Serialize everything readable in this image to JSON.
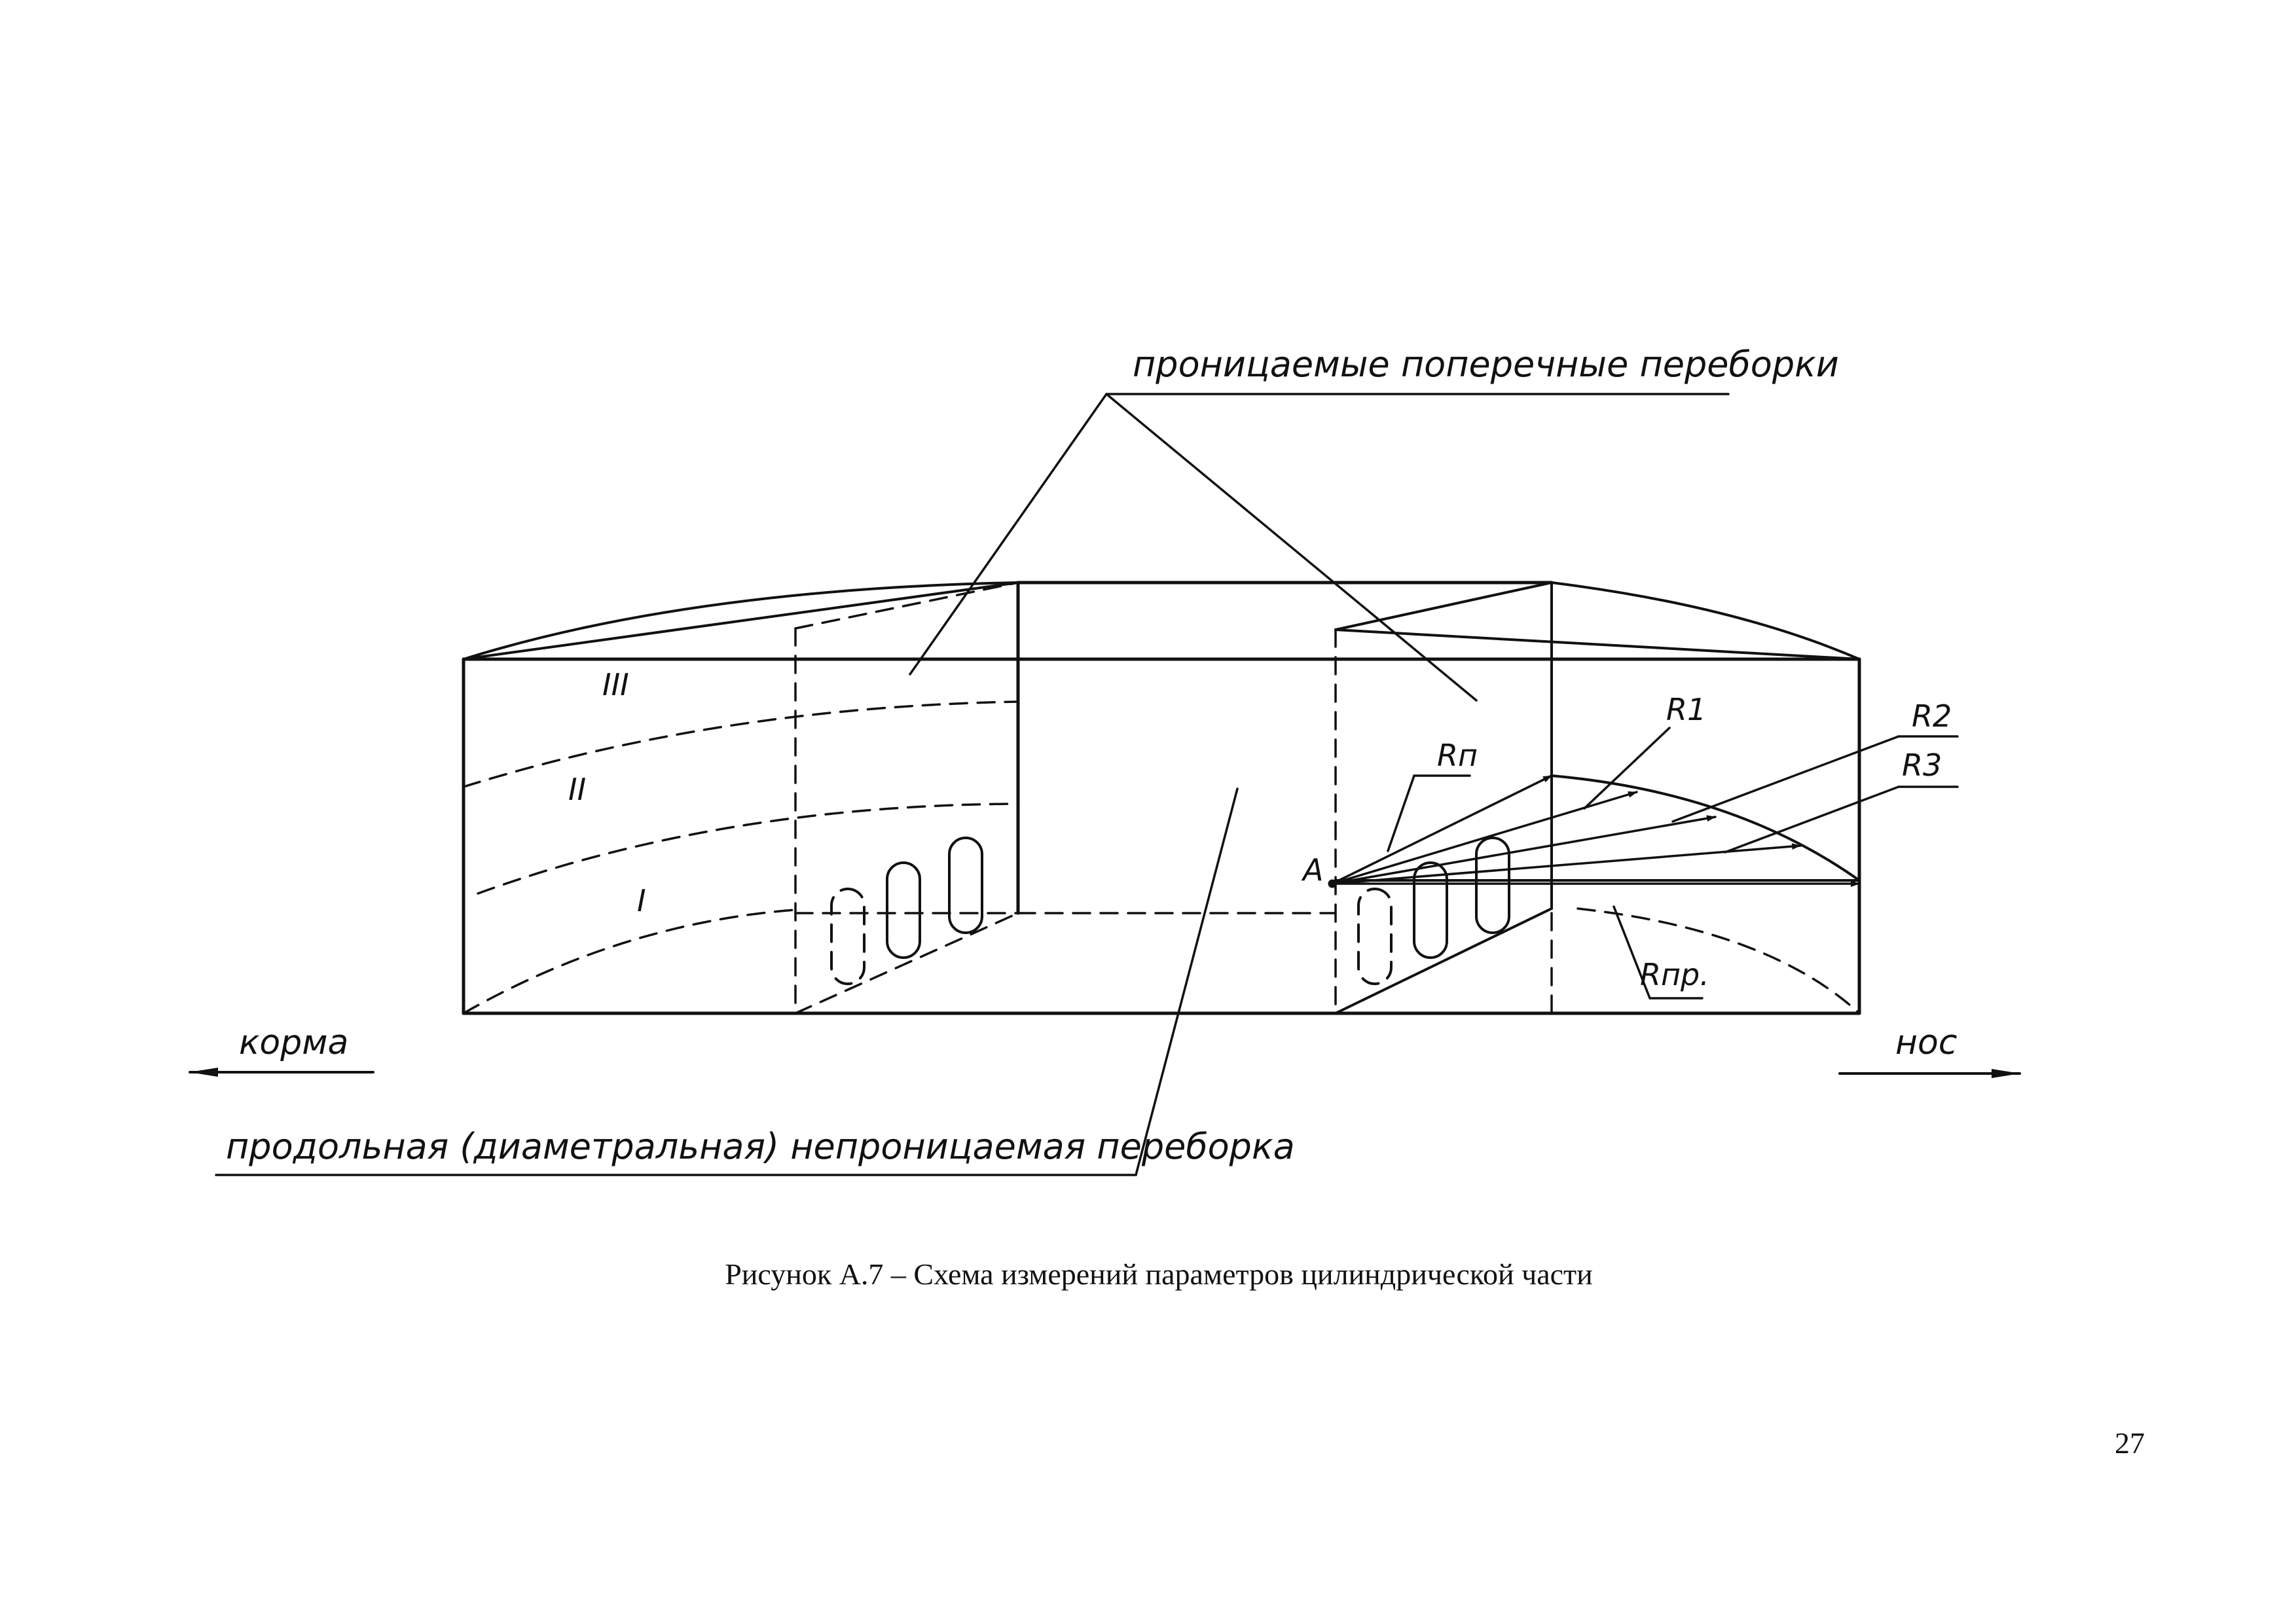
{
  "labels": {
    "permeable_bulkheads": "проницаемые поперечные переборки",
    "longitudinal_bulkhead": "продольная (диаметральная) непроницаемая переборка",
    "stern": "корма",
    "bow": "нос",
    "point_a": "А",
    "r_n": "Rп",
    "r_1": "R1",
    "r_2": "R2",
    "r_3": "R3",
    "r_pr": "Rпр.",
    "zone_3": "III",
    "zone_2": "II",
    "zone_1": "I"
  },
  "caption": "Рисунок А.7 – Схема измерений параметров цилиндрической части",
  "page_number": "27"
}
